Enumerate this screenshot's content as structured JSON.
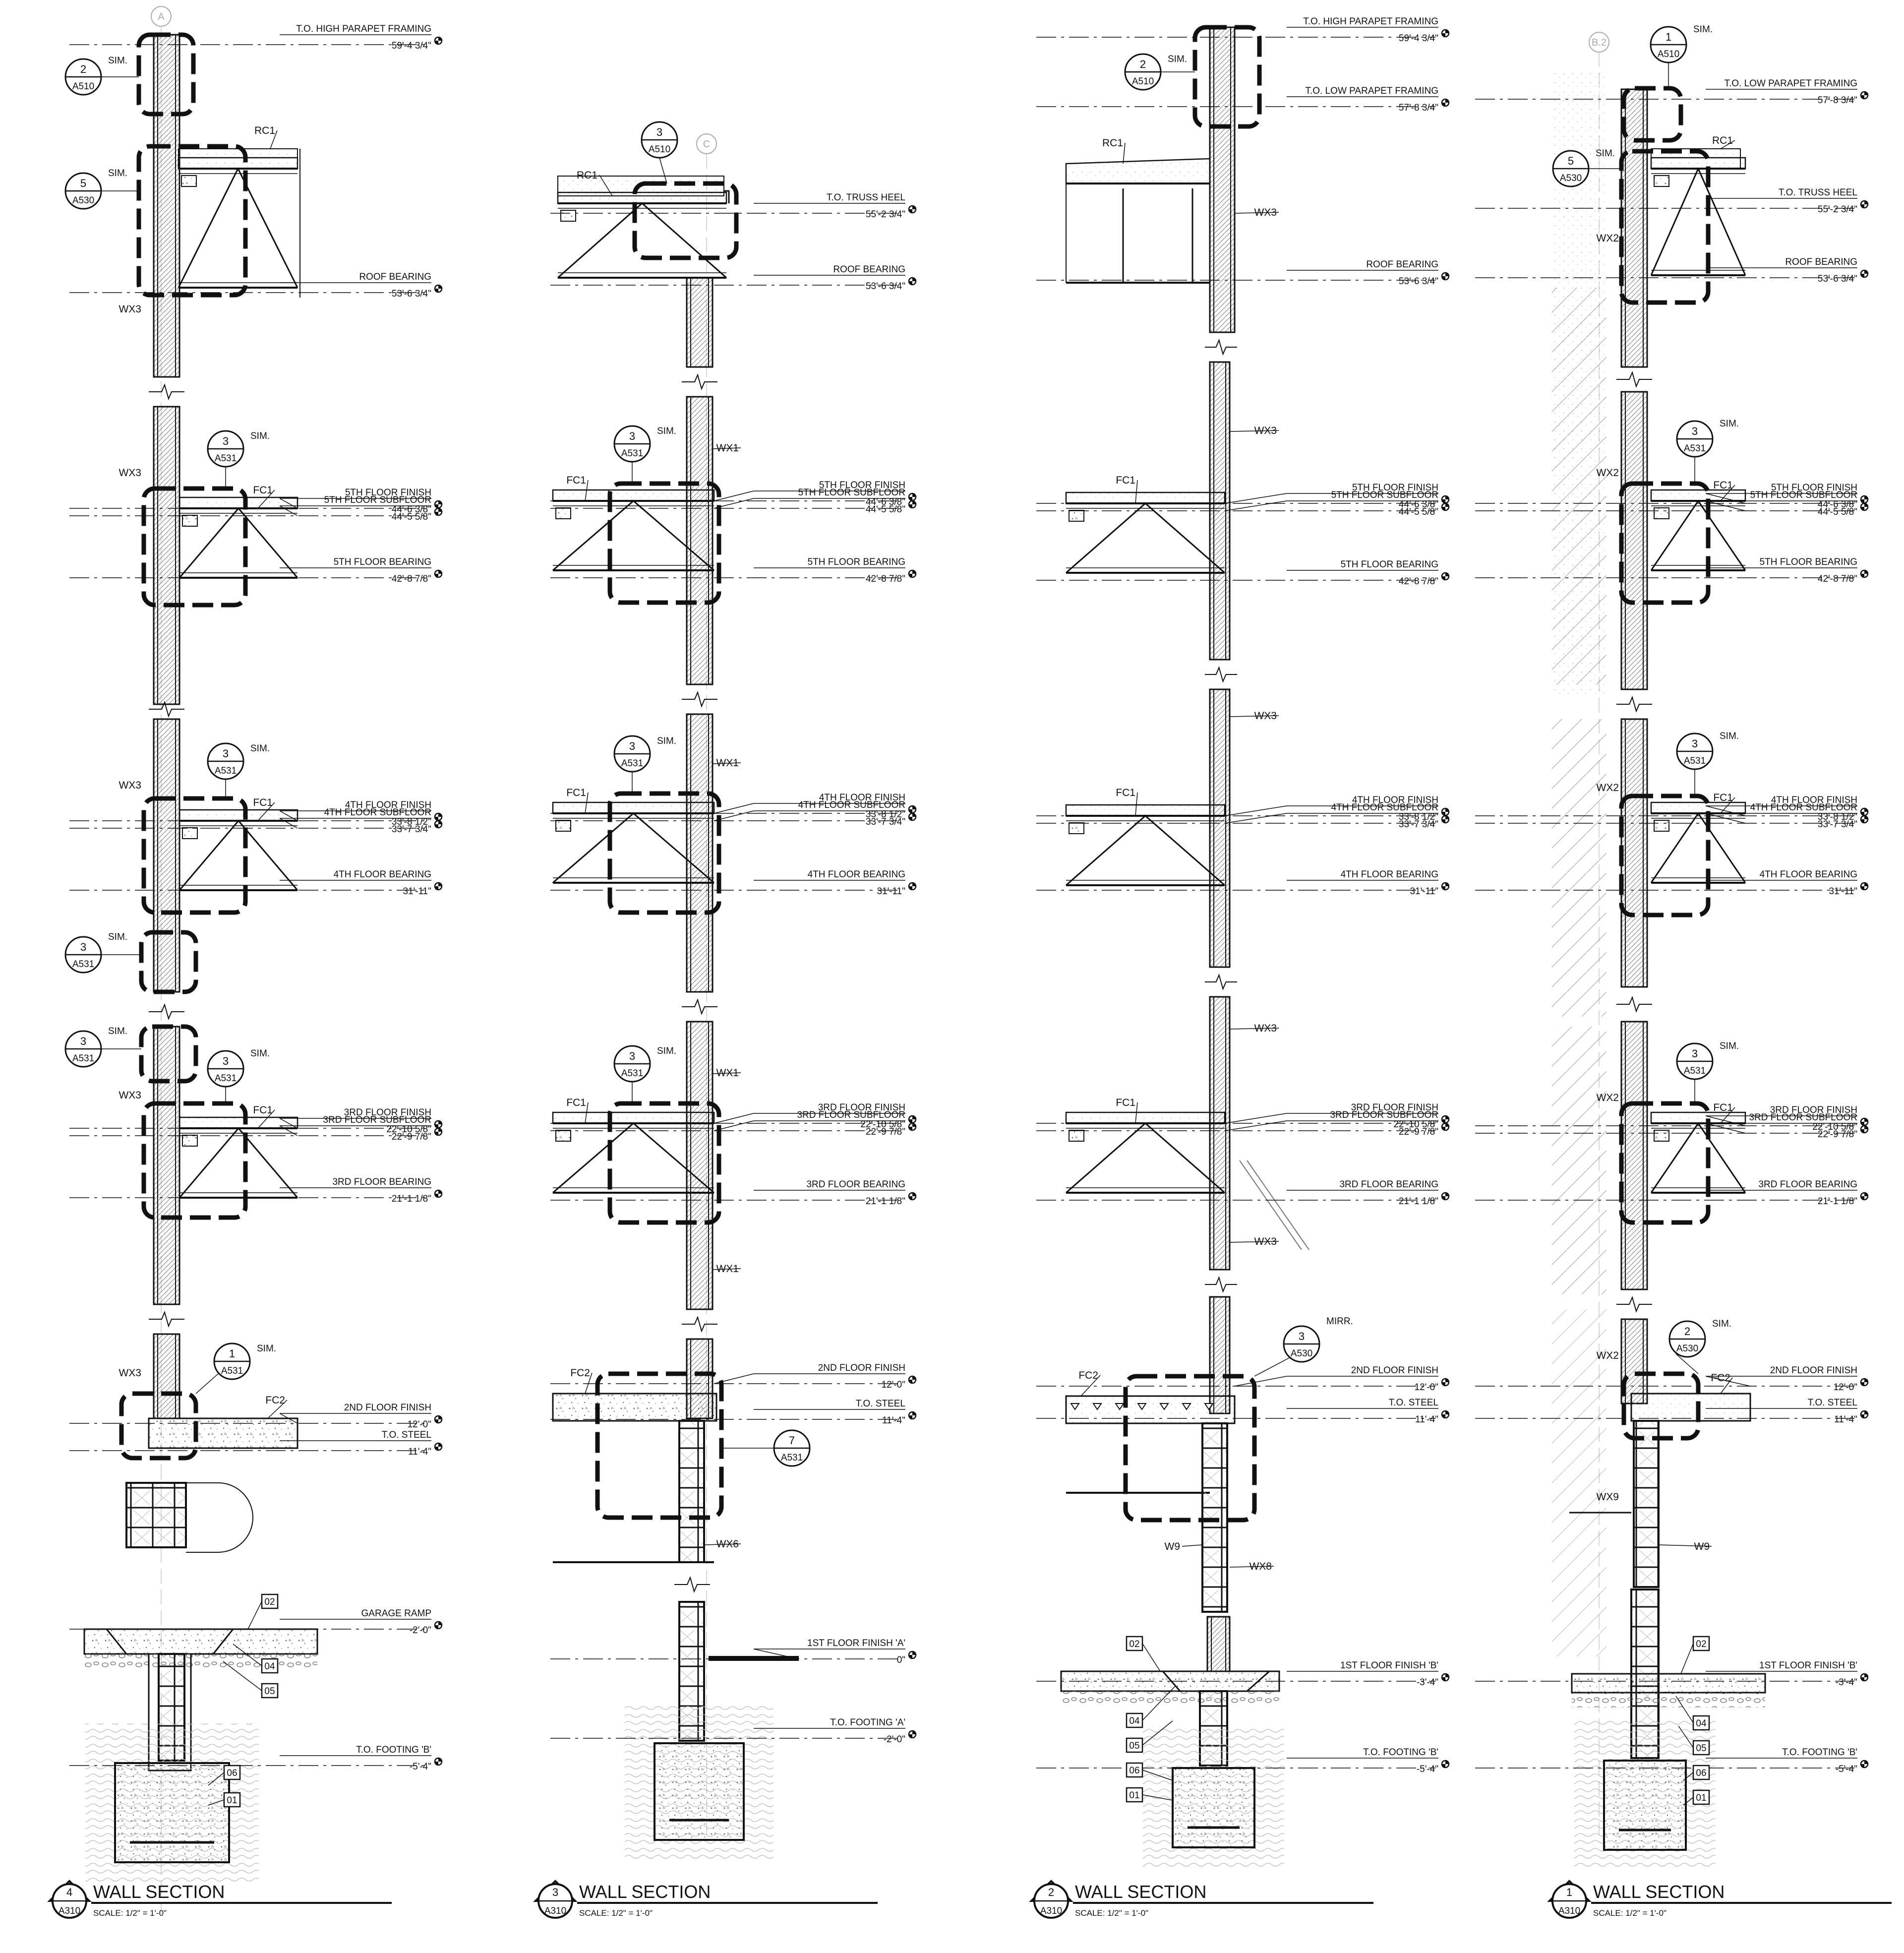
{
  "labels": {
    "sim": "SIM.",
    "mirr": "MIRR.",
    "section_title": "WALL SECTION",
    "scale": "SCALE: 1/2\" = 1'-0\"",
    "sheet": "A310"
  },
  "sections": [
    {
      "number": "4",
      "grid": "A",
      "elevations": [
        {
          "name": "T.O. HIGH PARAPET FRAMING",
          "value": "59'-4 3/4\""
        },
        {
          "name": "ROOF BEARING",
          "value": "53'-6 3/4\""
        },
        {
          "name": "5TH FLOOR FINISH",
          "value": "44'-6 3/8\""
        },
        {
          "name": "5TH FLOOR SUBFLOOR",
          "value": "44'-5 5/8\""
        },
        {
          "name": "5TH FLOOR BEARING",
          "value": "42'-8 7/8\""
        },
        {
          "name": "4TH FLOOR FINISH",
          "value": "33'-8 1/2\""
        },
        {
          "name": "4TH FLOOR SUBFLOOR",
          "value": "33'-7 3/4\""
        },
        {
          "name": "4TH FLOOR BEARING",
          "value": "31'-11\""
        },
        {
          "name": "3RD FLOOR FINISH",
          "value": "22'-10 5/8\""
        },
        {
          "name": "3RD FLOOR SUBFLOOR",
          "value": "22'-9 7/8\""
        },
        {
          "name": "3RD FLOOR BEARING",
          "value": "21'-1 1/8\""
        },
        {
          "name": "2ND FLOOR FINISH",
          "value": "12'-0\""
        },
        {
          "name": "T.O. STEEL",
          "value": "11'-4\""
        },
        {
          "name": "GARAGE RAMP",
          "value": "-2'-0\""
        },
        {
          "name": "T.O. FOOTING 'B'",
          "value": "-5'-4\""
        }
      ],
      "tags": [
        "RC1",
        "WX3",
        "WX3",
        "FC1",
        "WX3",
        "FC1",
        "WX3",
        "FC1",
        "WX3",
        "FC2"
      ],
      "bubbles": [
        {
          "num": "2",
          "sheet": "A510"
        },
        {
          "num": "5",
          "sheet": "A530"
        },
        {
          "num": "3",
          "sheet": "A531"
        },
        {
          "num": "3",
          "sheet": "A531"
        },
        {
          "num": "3",
          "sheet": "A531"
        },
        {
          "num": "3",
          "sheet": "A531"
        },
        {
          "num": "3",
          "sheet": "A531"
        },
        {
          "num": "1",
          "sheet": "A531"
        }
      ],
      "keynotes": [
        "02",
        "04",
        "05",
        "06",
        "01"
      ]
    },
    {
      "number": "3",
      "grid": "C",
      "elevations": [
        {
          "name": "T.O. TRUSS HEEL",
          "value": "55'-2 3/4\""
        },
        {
          "name": "ROOF BEARING",
          "value": "53'-6 3/4\""
        },
        {
          "name": "5TH FLOOR FINISH",
          "value": "44'-6 3/8\""
        },
        {
          "name": "5TH FLOOR SUBFLOOR",
          "value": "44'-5 5/8\""
        },
        {
          "name": "5TH FLOOR BEARING",
          "value": "42'-8 7/8\""
        },
        {
          "name": "4TH FLOOR FINISH",
          "value": "33'-8 1/2\""
        },
        {
          "name": "4TH FLOOR SUBFLOOR",
          "value": "33'-7 3/4\""
        },
        {
          "name": "4TH FLOOR BEARING",
          "value": "31'-11\""
        },
        {
          "name": "3RD FLOOR FINISH",
          "value": "22'-10 5/8\""
        },
        {
          "name": "3RD FLOOR SUBFLOOR",
          "value": "22'-9 7/8\""
        },
        {
          "name": "3RD FLOOR BEARING",
          "value": "21'-1 1/8\""
        },
        {
          "name": "2ND FLOOR FINISH",
          "value": "12'-0\""
        },
        {
          "name": "T.O. STEEL",
          "value": "11'-4\""
        },
        {
          "name": "1ST FLOOR FINISH 'A'",
          "value": "0\""
        },
        {
          "name": "T.O. FOOTING 'A'",
          "value": "-2'-0\""
        }
      ],
      "tags": [
        "RC1",
        "WX1",
        "FC1",
        "WX1",
        "FC1",
        "WX1",
        "FC1",
        "WX1",
        "FC2",
        "WX6"
      ],
      "bubbles": [
        {
          "num": "3",
          "sheet": "A510"
        },
        {
          "num": "3",
          "sheet": "A531"
        },
        {
          "num": "3",
          "sheet": "A531"
        },
        {
          "num": "3",
          "sheet": "A531"
        },
        {
          "num": "7",
          "sheet": "A531"
        }
      ],
      "keynotes": []
    },
    {
      "number": "2",
      "grid": "",
      "elevations": [
        {
          "name": "T.O. HIGH PARAPET FRAMING",
          "value": "59'-4 3/4\""
        },
        {
          "name": "T.O. LOW PARAPET FRAMING",
          "value": "57'-8 3/4\""
        },
        {
          "name": "ROOF BEARING",
          "value": "53'-6 3/4\""
        },
        {
          "name": "5TH FLOOR FINISH",
          "value": "44'-6 3/8\""
        },
        {
          "name": "5TH FLOOR SUBFLOOR",
          "value": "44'-5 5/8\""
        },
        {
          "name": "5TH FLOOR BEARING",
          "value": "42'-8 7/8\""
        },
        {
          "name": "4TH FLOOR FINISH",
          "value": "33'-8 1/2\""
        },
        {
          "name": "4TH FLOOR SUBFLOOR",
          "value": "33'-7 3/4\""
        },
        {
          "name": "4TH FLOOR BEARING",
          "value": "31'-11\""
        },
        {
          "name": "3RD FLOOR FINISH",
          "value": "22'-10 5/8\""
        },
        {
          "name": "3RD FLOOR SUBFLOOR",
          "value": "22'-9 7/8\""
        },
        {
          "name": "3RD FLOOR BEARING",
          "value": "21'-1 1/8\""
        },
        {
          "name": "2ND FLOOR FINISH",
          "value": "12'-0\""
        },
        {
          "name": "T.O. STEEL",
          "value": "11'-4\""
        },
        {
          "name": "1ST FLOOR FINISH 'B'",
          "value": "-3'-4\""
        },
        {
          "name": "T.O. FOOTING 'B'",
          "value": "-5'-4\""
        }
      ],
      "tags": [
        "RC1",
        "WX3",
        "WX3",
        "FC1",
        "WX3",
        "FC1",
        "WX3",
        "FC1",
        "WX3",
        "FC2",
        "W9",
        "WX8"
      ],
      "bubbles": [
        {
          "num": "2",
          "sheet": "A510"
        },
        {
          "num": "3",
          "sheet": "A530"
        }
      ],
      "keynotes": [
        "02",
        "04",
        "05",
        "06",
        "01"
      ]
    },
    {
      "number": "1",
      "grid": "B.2",
      "elevations": [
        {
          "name": "T.O. LOW PARAPET FRAMING",
          "value": "57'-8 3/4\""
        },
        {
          "name": "T.O. TRUSS HEEL",
          "value": "55'-2 3/4\""
        },
        {
          "name": "ROOF BEARING",
          "value": "53'-6 3/4\""
        },
        {
          "name": "5TH FLOOR FINISH",
          "value": "44'-6 3/8\""
        },
        {
          "name": "5TH FLOOR SUBFLOOR",
          "value": "44'-5 5/8\""
        },
        {
          "name": "5TH FLOOR BEARING",
          "value": "42'-8 7/8\""
        },
        {
          "name": "4TH FLOOR FINISH",
          "value": "33'-8 1/2\""
        },
        {
          "name": "4TH FLOOR SUBFLOOR",
          "value": "33'-7 3/4\""
        },
        {
          "name": "4TH FLOOR BEARING",
          "value": "31'-11\""
        },
        {
          "name": "3RD FLOOR FINISH",
          "value": "22'-10 5/8\""
        },
        {
          "name": "3RD FLOOR SUBFLOOR",
          "value": "22'-9 7/8\""
        },
        {
          "name": "3RD FLOOR BEARING",
          "value": "21'-1 1/8\""
        },
        {
          "name": "2ND FLOOR FINISH",
          "value": "12'-0\""
        },
        {
          "name": "T.O. STEEL",
          "value": "11'-4\""
        },
        {
          "name": "1ST FLOOR FINISH 'B'",
          "value": "-3'-4\""
        },
        {
          "name": "T.O. FOOTING 'B'",
          "value": "-5'-4\""
        }
      ],
      "tags": [
        "RC1",
        "WX2",
        "WX2",
        "FC1",
        "WX2",
        "FC1",
        "WX2",
        "FC1",
        "WX2",
        "FC2",
        "WX9",
        "W9"
      ],
      "bubbles": [
        {
          "num": "1",
          "sheet": "A510"
        },
        {
          "num": "5",
          "sheet": "A530"
        },
        {
          "num": "3",
          "sheet": "A531"
        },
        {
          "num": "3",
          "sheet": "A531"
        },
        {
          "num": "3",
          "sheet": "A531"
        },
        {
          "num": "2",
          "sheet": "A530"
        }
      ],
      "keynotes": [
        "02",
        "04",
        "05",
        "06",
        "01"
      ]
    }
  ]
}
